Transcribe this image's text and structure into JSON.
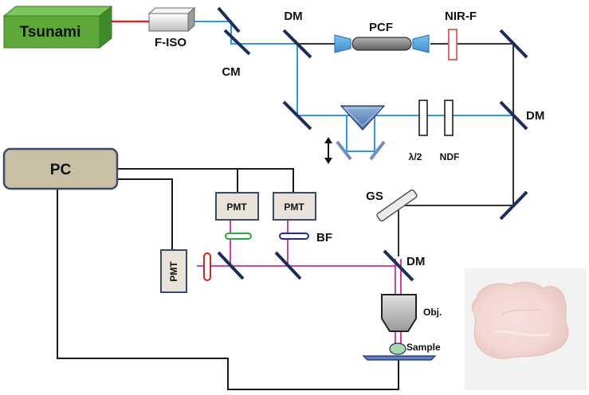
{
  "labels": {
    "laser": "Tsunami",
    "isolator": "F-ISO",
    "chirped_mirror": "CM",
    "dm_top": "DM",
    "pcf": "PCF",
    "nir_filter": "NIR-F",
    "dm_right": "DM",
    "half_wave": "λ/2",
    "ndf": "NDF",
    "computer": "PC",
    "pmt_left": "PMT",
    "pmt_mid": "PMT",
    "pmt_right": "PMT",
    "band_filter": "BF",
    "galvo_scanner": "GS",
    "dm_bottom": "DM",
    "objective": "Obj.",
    "sample": "Sample"
  },
  "colors": {
    "laser_box": "#5ea83a",
    "pc_box": "#c9bfa4",
    "pmt_box": "#e8e2d8",
    "box_border": "#3b4a68",
    "mirror": "#1c2e59",
    "blue_beam": "#2d9be0",
    "red_beam": "#cc2a2a",
    "magenta_beam": "#cc2a9e",
    "cable": "#1a1a1a",
    "nir_filter": "#d4706e",
    "green_filter": "#2aa83a",
    "bf_filter": "#1c2e8a",
    "red_filter": "#d92020",
    "photo_bg": "#f2f2f2",
    "tissue": "#f6e4e2"
  }
}
